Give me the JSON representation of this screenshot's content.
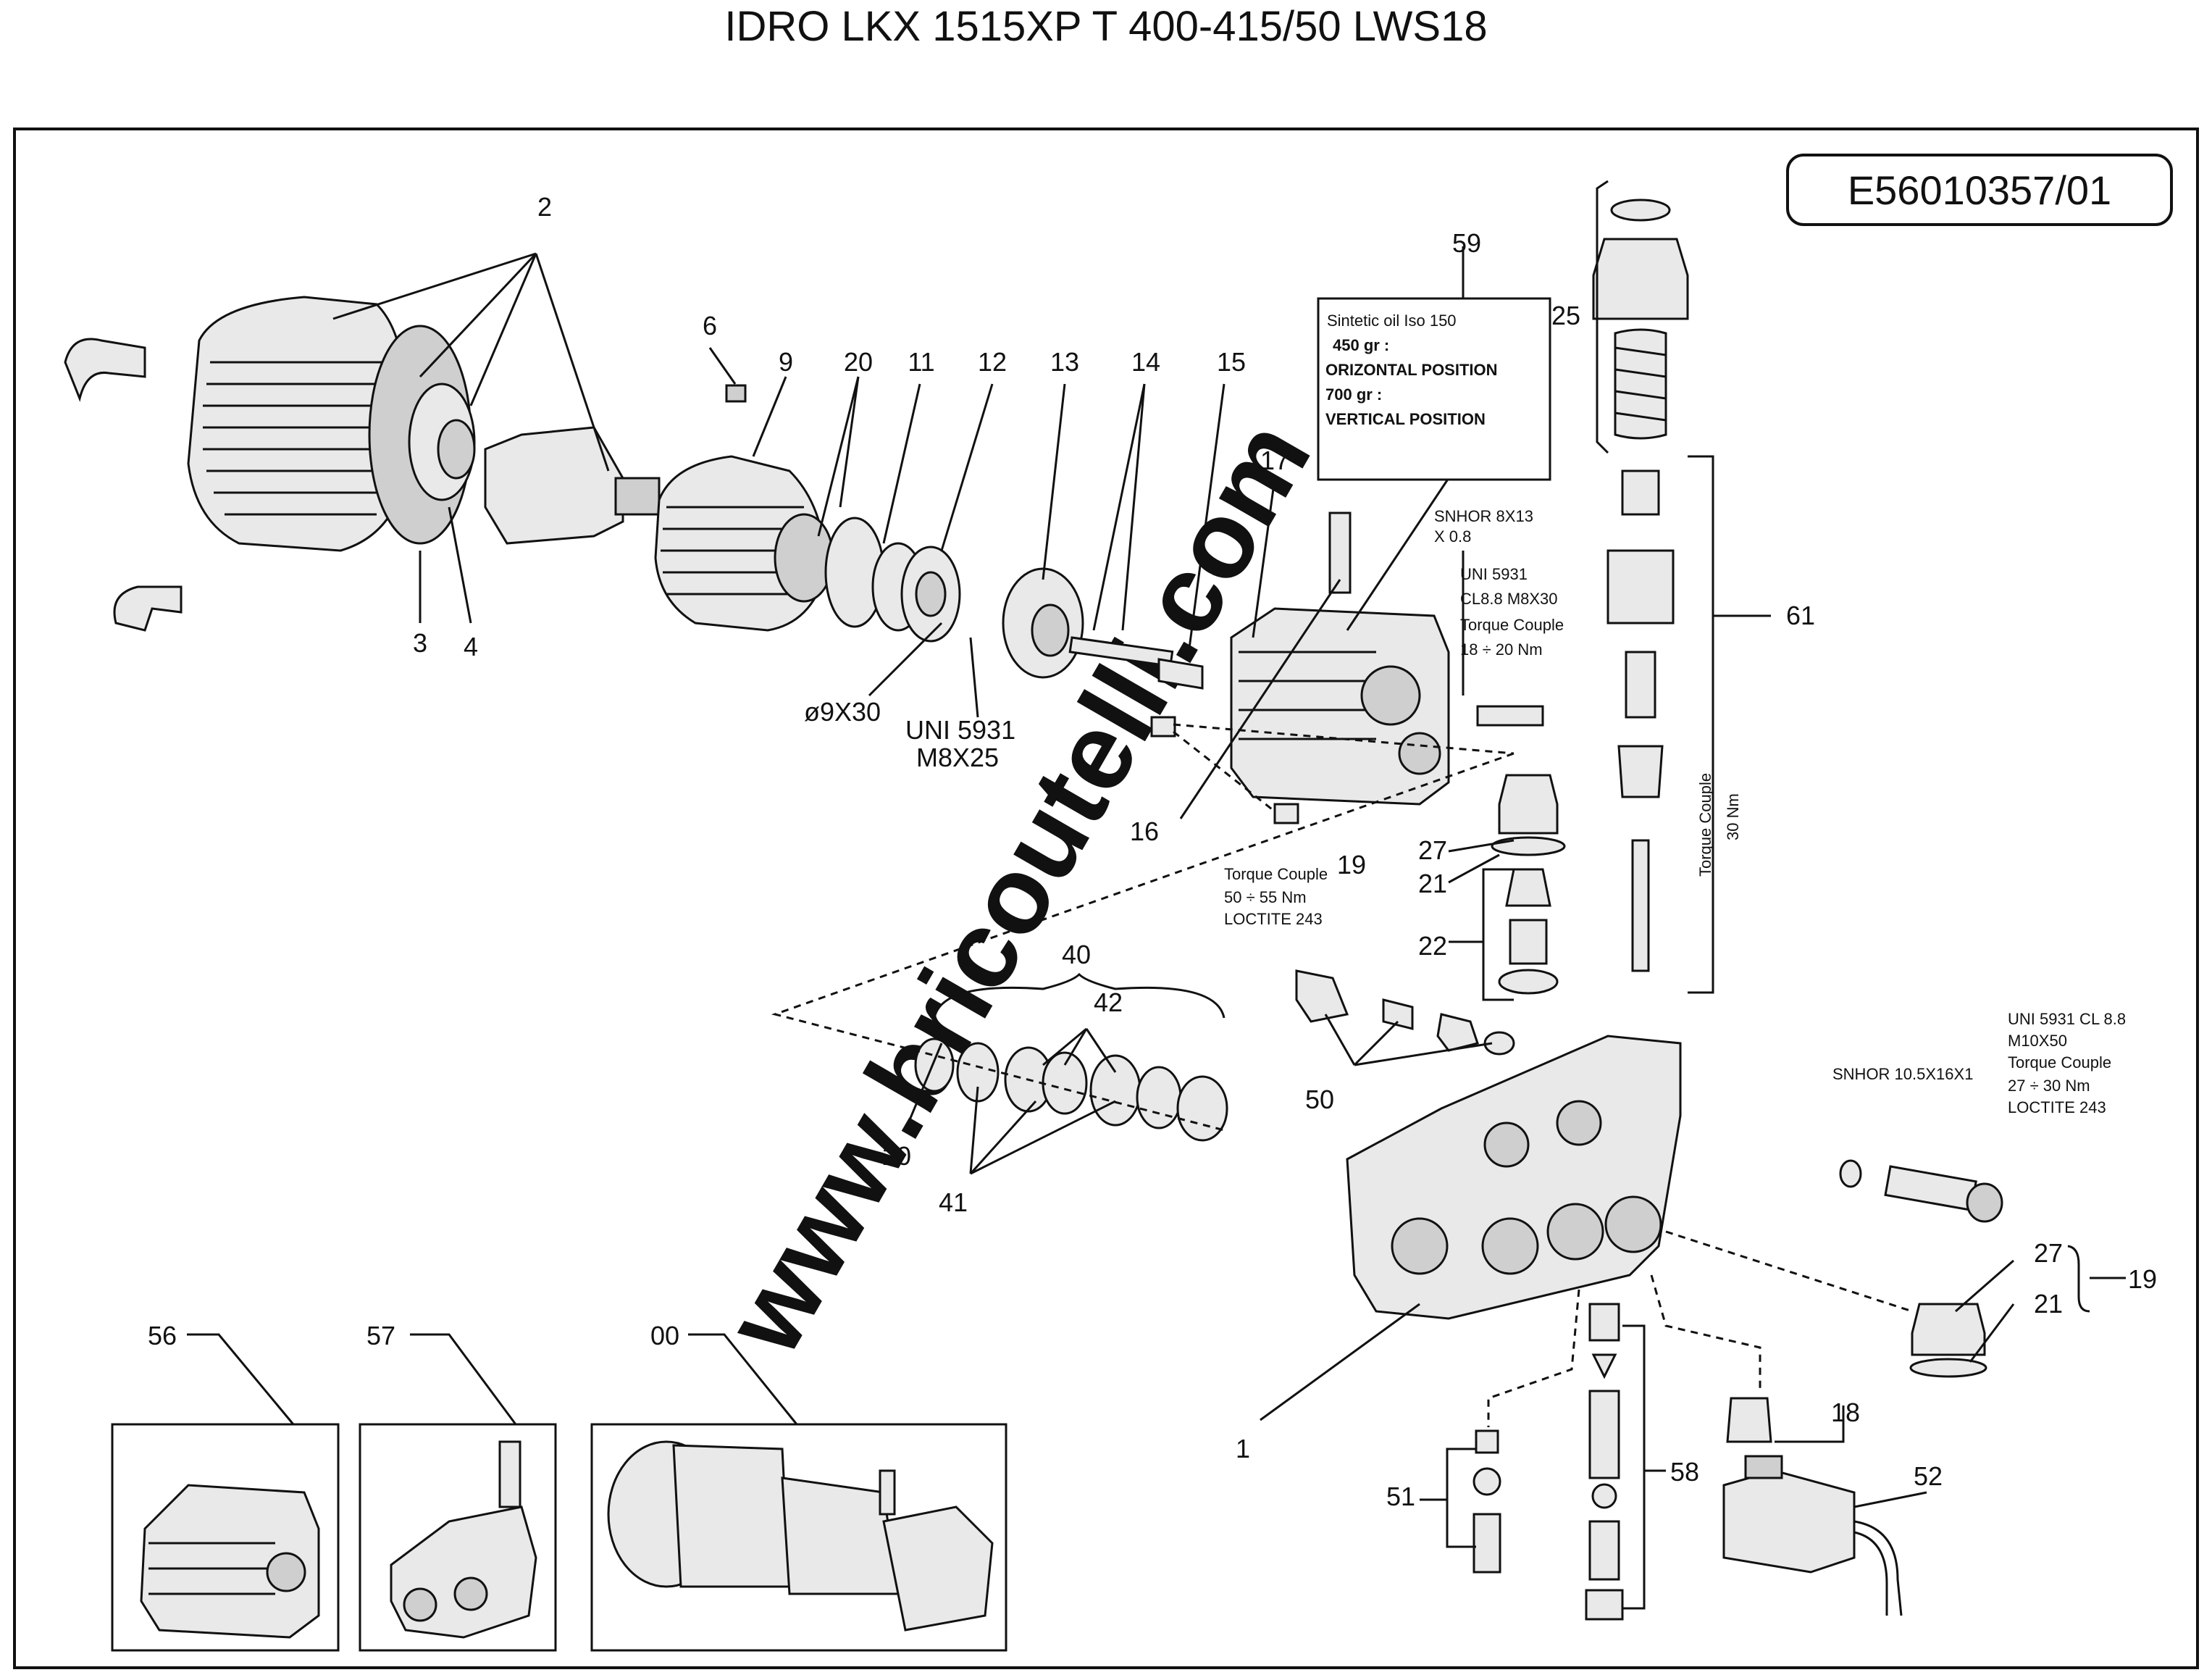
{
  "title": "IDRO LKX 1515XP T 400-415/50 LWS18",
  "drawing_code": "E56010357/01",
  "watermark": "www.bricoutelli.com",
  "callouts": {
    "c2": "2",
    "c3": "3",
    "c4": "4",
    "c6": "6",
    "c9": "9",
    "c20a": "20",
    "c11": "11",
    "c12": "12",
    "c13": "13",
    "c14": "14",
    "c15": "15",
    "c17": "17",
    "c59": "59",
    "c25": "25",
    "c61": "61",
    "c16": "16",
    "c19a": "19",
    "c27a": "27",
    "c21a": "21",
    "c22": "22",
    "c40": "40",
    "c42": "42",
    "c20b": "20",
    "c41": "41",
    "c50": "50",
    "c27b": "27",
    "c19b": "19",
    "c21b": "21",
    "c18": "18",
    "c1": "1",
    "c51": "51",
    "c58": "58",
    "c52": "52",
    "c56": "56",
    "c57": "57",
    "c00": "00"
  },
  "notes": {
    "oil_1": "Sintetic oil  Iso 150",
    "oil_2": "450 gr :",
    "oil_3": "ORIZONTAL POSITION",
    "oil_4": "700 gr :",
    "oil_5": "VERTICAL POSITION",
    "snhor_1": "SNHOR 8X13",
    "snhor_2": "X  0.8",
    "uni_a1": "UNI 5931",
    "uni_a2": "CL8.8 M8X30",
    "uni_a3": "Torque Couple",
    "uni_a4": "18 ÷ 20 Nm",
    "pin": "ø9X30",
    "uni_b1": "UNI 5931",
    "uni_b2": "M8X25",
    "torque_v1": "Torque Couple",
    "torque_v2": "30 Nm",
    "torque_c1": "Torque Couple",
    "torque_c2": "50 ÷ 55 Nm",
    "torque_c3": "LOCTITE 243",
    "uni_c1": "UNI 5931 CL 8.8",
    "uni_c2": "M10X50",
    "uni_c3": "Torque Couple",
    "uni_c4": "27 ÷ 30 Nm",
    "uni_c5": "LOCTITE 243",
    "snhor_b": "SNHOR 10.5X16X1"
  }
}
